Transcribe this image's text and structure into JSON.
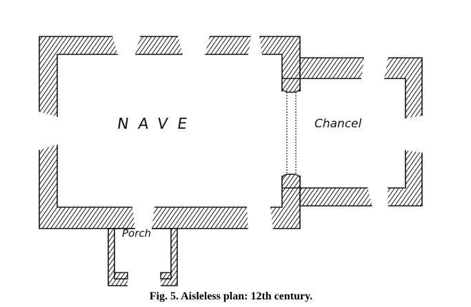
{
  "labels": {
    "nave": "NAVE",
    "chancel": "Chancel",
    "porch": "Porch"
  },
  "caption": "Fig. 5. Aisleless plan: 12th century."
}
